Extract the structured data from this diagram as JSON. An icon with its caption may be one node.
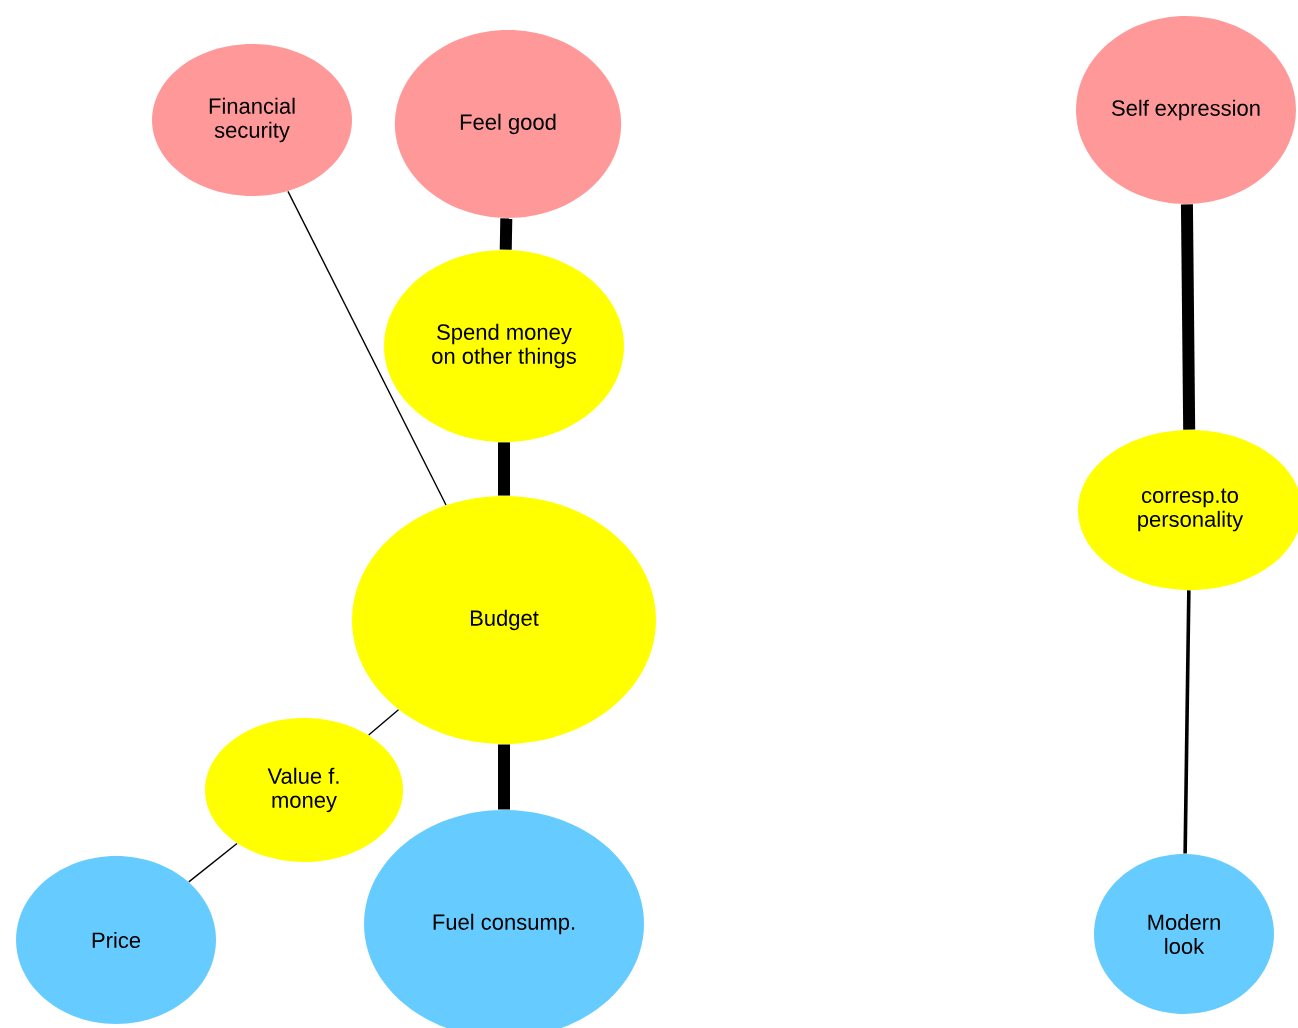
{
  "diagram": {
    "nodes": [
      {
        "text": [
          "Financial security"
        ]
      },
      {
        "text": [
          "Feel good"
        ]
      },
      {
        "text": [
          "Self expression"
        ]
      },
      {
        "text": [
          "Spend money on other things"
        ]
      },
      {
        "text": [
          "corresp.to personality"
        ]
      },
      {
        "text": [
          "Budget"
        ]
      },
      {
        "text": [
          "Value f. money"
        ]
      },
      {
        "text": [
          "Price"
        ]
      },
      {
        "text": [
          "Fuel consump."
        ]
      },
      {
        "text": [
          "Modern look"
        ]
      }
    ],
    "edges": [
      {
        "from": 0,
        "to": 5,
        "arrow": "none"
      },
      {
        "from": 1,
        "to": 3,
        "arrow": "none",
        "style": "thick"
      },
      {
        "from": 3,
        "to": 5,
        "arrow": "none",
        "style": "thick"
      },
      {
        "from": 5,
        "to": 8,
        "arrow": "none",
        "style": "thick"
      },
      {
        "from": 5,
        "to": 6,
        "arrow": "none"
      },
      {
        "from": 6,
        "to": 7,
        "arrow": "none"
      },
      {
        "from": 2,
        "to": 4,
        "arrow": "none",
        "style": "thick"
      },
      {
        "from": 4,
        "to": 9,
        "arrow": "none"
      }
    ]
  }
}
